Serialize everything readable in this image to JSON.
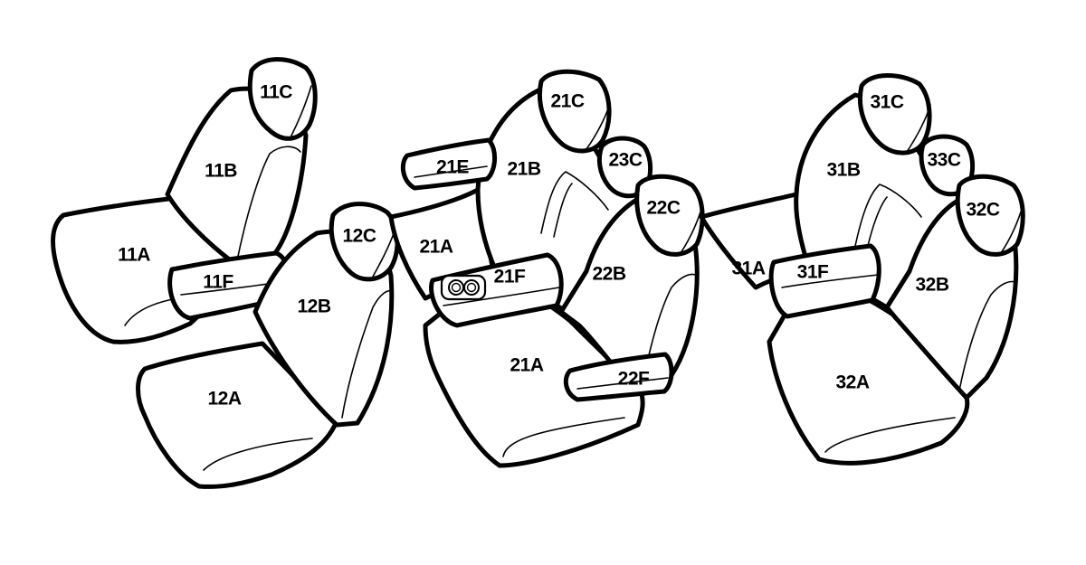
{
  "labels": {
    "l11A": "11A",
    "l11B": "11B",
    "l11C": "11C",
    "l11F": "11F",
    "l12A": "12A",
    "l12B": "12B",
    "l12C": "12C",
    "l21Aback": "21A",
    "l21Aseat": "21A",
    "l21B": "21B",
    "l21C": "21C",
    "l21E": "21E",
    "l21F": "21F",
    "l22B": "22B",
    "l22C": "22C",
    "l22F": "22F",
    "l23C": "23C",
    "l31A": "31A",
    "l31B": "31B",
    "l31C": "31C",
    "l31F": "31F",
    "l32A": "32A",
    "l32B": "32B",
    "l32C": "32C",
    "l33C": "33C"
  },
  "colors": {
    "line": "#000000",
    "fill": "#ffffff"
  }
}
